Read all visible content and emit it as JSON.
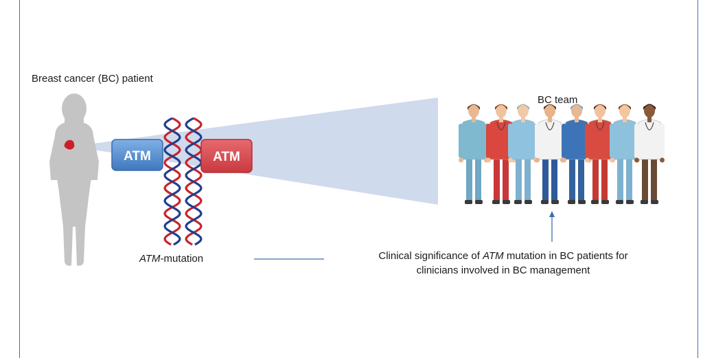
{
  "labels": {
    "patient": "Breast cancer (BC)  patient",
    "team": "BC team",
    "mutation_gene": "ATM",
    "mutation_suffix": "-mutation"
  },
  "proteins": {
    "normal": "ATM",
    "mutant": "ATM"
  },
  "significance": {
    "line1_prefix": "Clinical significance of ",
    "line1_gene": "ATM",
    "line1_suffix": " mutation in BC patients for",
    "line2": "clinicians involved in BC management"
  },
  "colors": {
    "frame": "#3d6fb0",
    "normal_protein": "#4a86c8",
    "mutant_protein": "#d9484c",
    "dna_blue": "#1f3f8f",
    "dna_red": "#c8242b",
    "wedge": "#c8d3ea",
    "tumor": "#cc1e2a",
    "silhouette": "#c4c4c4"
  },
  "icons": {
    "patient": "woman-silhouette-icon",
    "tumor": "tumor-icon",
    "dna": "dna-helix-icon",
    "team": "medical-team-icon",
    "arrow": "arrow-up-icon"
  }
}
